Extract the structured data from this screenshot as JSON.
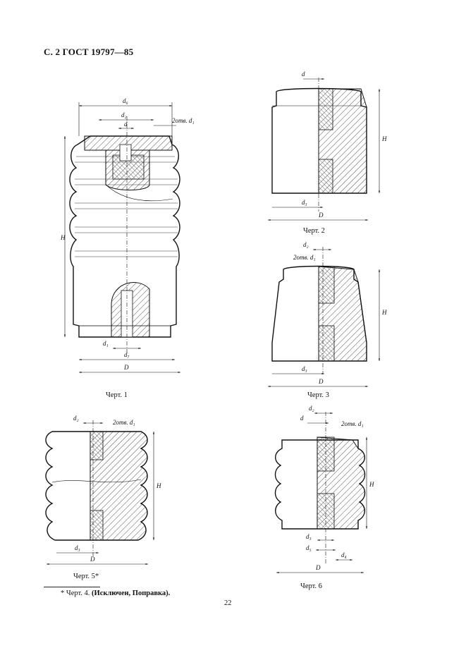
{
  "header": {
    "text": "С. 2 ГОСТ 19797—85"
  },
  "captions": {
    "fig1": "Черт. 1",
    "fig2": "Черт. 2",
    "fig3": "Черт. 3",
    "fig5": "Черт. 5*",
    "fig6": "Черт. 6"
  },
  "labels": {
    "d": "d",
    "d1": "d₁",
    "d2": "d₂",
    "d3": "d₃",
    "d4": "d₄",
    "d5": "d₅",
    "d6": "d₆",
    "d7": "d₇",
    "D": "D",
    "H": "H",
    "holes": "2отв. d₁"
  },
  "footnote": {
    "prefix": "* Черт. 4. ",
    "note": "(Исключен, Поправка)."
  },
  "page_number": "22"
}
